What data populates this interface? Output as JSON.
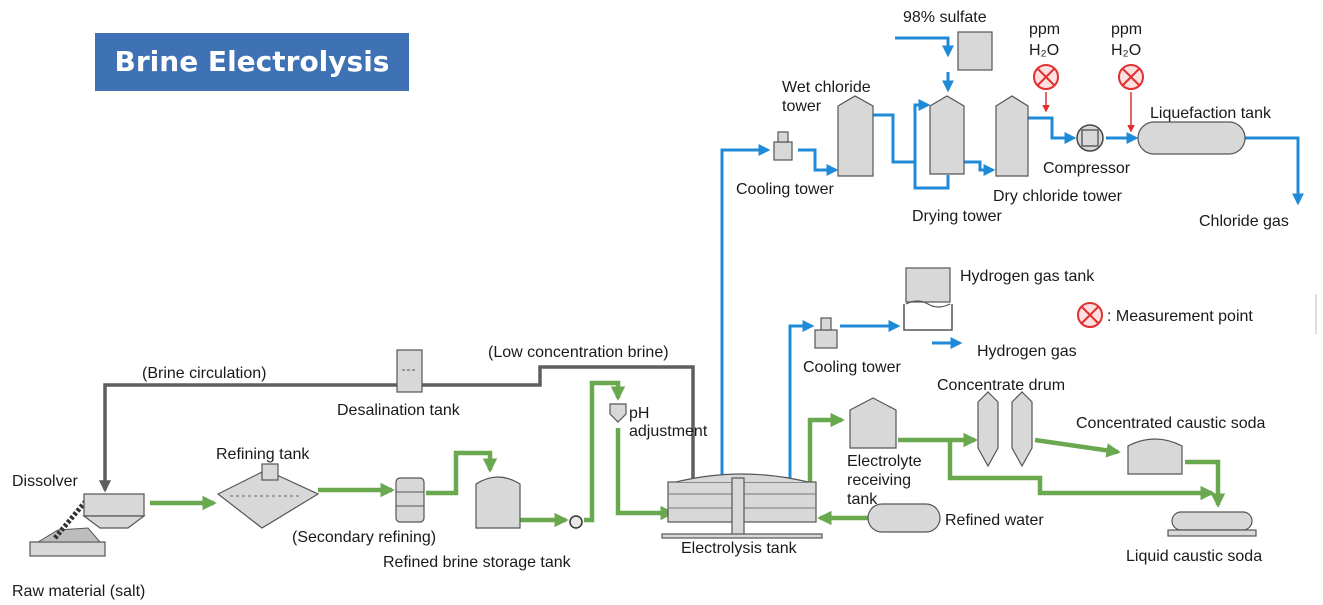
{
  "title": "Brine Electrolysis",
  "labels": {
    "sulfate": "98% sulfate",
    "ppm_1": "ppm",
    "h2o_1": "H₂O",
    "ppm_2": "ppm",
    "h2o_2": "H₂O",
    "wet_chloride_tower_1": "Wet chloride",
    "wet_chloride_tower_2": "tower",
    "liquefaction_tank": "Liquefaction tank",
    "compressor": "Compressor",
    "cooling_tower_top": "Cooling tower",
    "dry_chloride_tower": "Dry chloride tower",
    "drying_tower": "Drying tower",
    "chloride_gas": "Chloride gas",
    "hydrogen_gas_tank": "Hydrogen gas tank",
    "measurement_point": ": Measurement point",
    "hydrogen_gas": "Hydrogen gas",
    "cooling_tower_bottom": "Cooling tower",
    "low_concentration_brine": "(Low concentration brine)",
    "brine_circulation": "(Brine circulation)",
    "desalination_tank": "Desalination tank",
    "concentrate_drum": "Concentrate drum",
    "ph_1": "pH",
    "ph_2": "adjustment",
    "concentrated_caustic_soda": "Concentrated caustic soda",
    "refining_tank": "Refining tank",
    "dissolver": "Dissolver",
    "electrolyte_1": "Electrolyte",
    "electrolyte_2": "receiving",
    "electrolyte_3": "tank",
    "refined_water": "Refined water",
    "secondary_refining": "(Secondary refining)",
    "electrolysis_tank": "Electrolysis tank",
    "liquid_caustic_soda": "Liquid caustic soda",
    "refined_brine_storage_tank": "Refined brine storage tank",
    "raw_material": "Raw material (salt)"
  },
  "colors": {
    "title_bg": "#3f72b5",
    "chlorine_line": "#1f8ad8",
    "brine_line": "#6aa84f",
    "circulation_line": "#5e5e5e",
    "measurement": "#e03030"
  },
  "icons": [
    "measurement-point-icon"
  ]
}
